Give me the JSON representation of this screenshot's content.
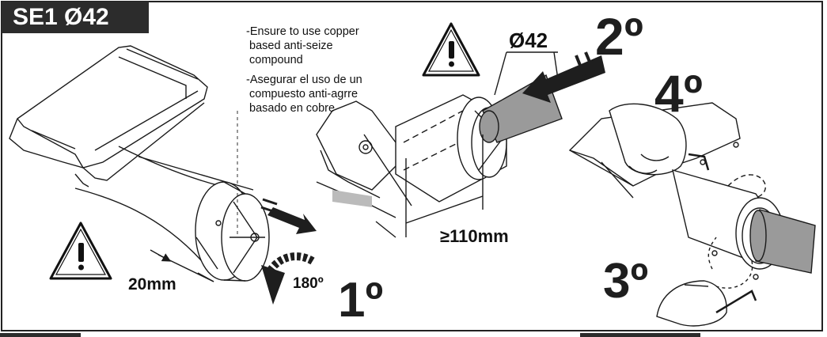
{
  "title": "SE1  Ø42",
  "notes": {
    "english": "-Ensure to use copper\n based anti-seize\n compound",
    "spanish": "-Asegurar el uso de un\n compuesto anti-agrre\n basado en cobre"
  },
  "steps": {
    "step1": "1º",
    "step2": "2º",
    "step3": "3º",
    "step4": "4º"
  },
  "dimensions": {
    "diameter": "Ø42",
    "min_length": "≥110mm",
    "offset": "20mm",
    "rotation": "180º"
  },
  "colors": {
    "frame": "#222222",
    "title_bg": "#2c2c2c",
    "line": "#1a1a1a",
    "tube_fill": "#9a9a9a",
    "arrow_fill": "#1e1e1e"
  },
  "icons": [
    "warning-triangle-icon",
    "arrow-icon",
    "rotate-arrow-icon",
    "hex-key-icon"
  ]
}
